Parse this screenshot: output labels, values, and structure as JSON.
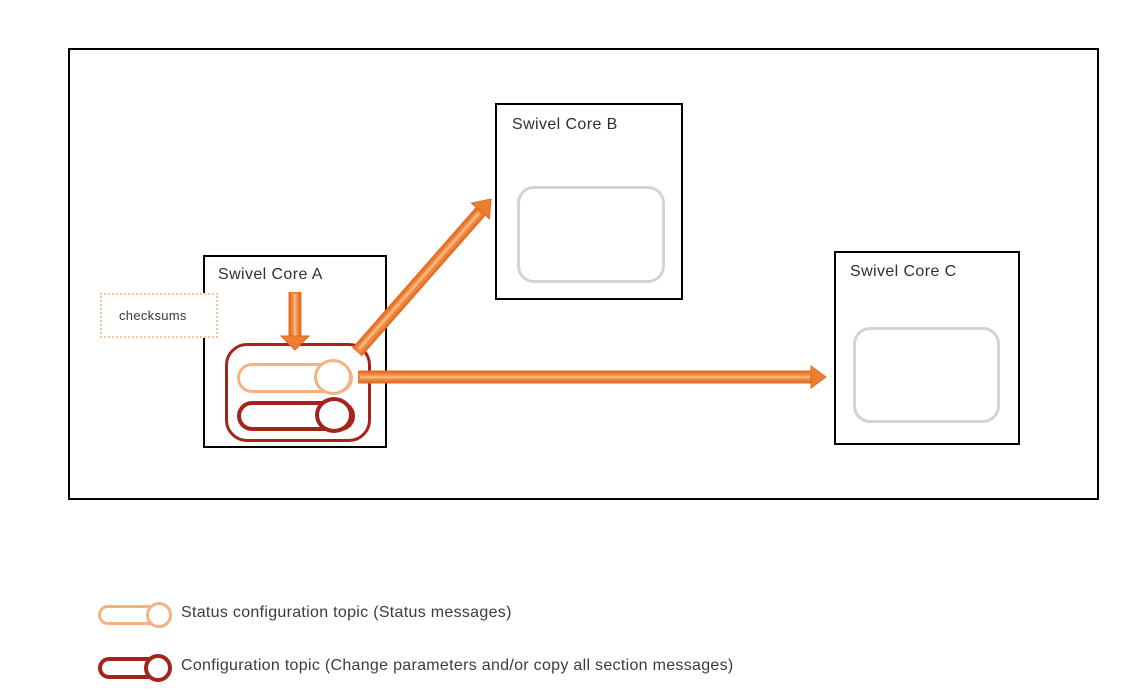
{
  "diagram": {
    "nodes": [
      {
        "id": "core-a",
        "label": "Swivel Core A"
      },
      {
        "id": "core-b",
        "label": "Swivel Core B"
      },
      {
        "id": "core-c",
        "label": "Swivel Core C"
      }
    ],
    "checksums_label": "checksums",
    "arrows": [
      {
        "id": "arrow-into-topics",
        "from": "core-a-label",
        "to": "topics-container",
        "direction": "down"
      },
      {
        "id": "arrow-a-to-b",
        "from": "core-a-topics",
        "to": "core-b",
        "direction": "up-right"
      },
      {
        "id": "arrow-a-to-c",
        "from": "core-a-status-topic",
        "to": "core-c",
        "direction": "right"
      }
    ]
  },
  "legend": {
    "items": [
      {
        "id": "status-topic",
        "label": "Status configuration topic (Status messages)"
      },
      {
        "id": "config-topic",
        "label": "Configuration topic (Change parameters and/or copy all section messages)"
      }
    ]
  },
  "colors": {
    "status_topic": "#F4B183",
    "config_topic": "#A4241C",
    "arrow": "#ED7D31",
    "node_border": "#000000",
    "panel_border": "#D3D3D3",
    "note_border": "#F5C3A0",
    "text": "#3C3C3C"
  }
}
